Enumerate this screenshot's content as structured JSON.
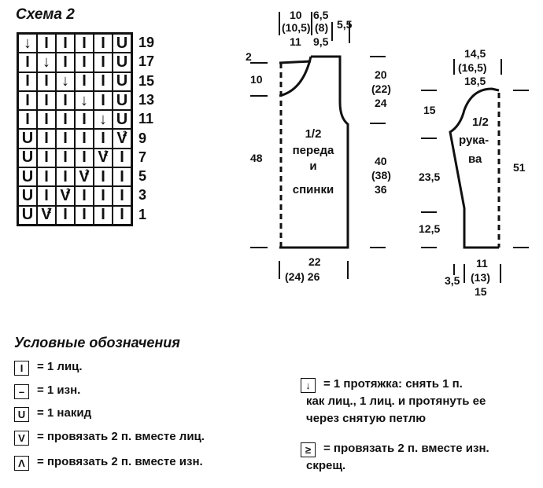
{
  "scheme": {
    "title": "Схема 2",
    "rows": [
      {
        "number": "19",
        "cells": [
          "slip",
          "knit",
          "knit",
          "knit",
          "knit",
          "yo"
        ]
      },
      {
        "number": "17",
        "cells": [
          "knit",
          "slip",
          "knit",
          "knit",
          "knit",
          "yo"
        ]
      },
      {
        "number": "15",
        "cells": [
          "knit",
          "knit",
          "slip",
          "knit",
          "knit",
          "yo"
        ]
      },
      {
        "number": "13",
        "cells": [
          "knit",
          "knit",
          "knit",
          "slip",
          "knit",
          "yo"
        ]
      },
      {
        "number": "11",
        "cells": [
          "knit",
          "knit",
          "knit",
          "knit",
          "slip",
          "yo"
        ]
      },
      {
        "number": "9",
        "cells": [
          "yo",
          "knit",
          "knit",
          "knit",
          "knit",
          "k2tog"
        ]
      },
      {
        "number": "7",
        "cells": [
          "yo",
          "knit",
          "knit",
          "knit",
          "k2tog",
          "knit"
        ]
      },
      {
        "number": "5",
        "cells": [
          "yo",
          "knit",
          "knit",
          "k2tog",
          "knit",
          "knit"
        ]
      },
      {
        "number": "3",
        "cells": [
          "yo",
          "knit",
          "k2tog",
          "knit",
          "knit",
          "knit"
        ]
      },
      {
        "number": "1",
        "cells": [
          "yo",
          "k2tog",
          "knit",
          "knit",
          "knit",
          "knit"
        ]
      }
    ]
  },
  "body": {
    "label": [
      "1/2",
      "переда",
      "и",
      "спинки"
    ],
    "top_left": "10",
    "top_left_alt": "(10,5)",
    "top_left_alt2": "11",
    "top_mid": "6,5",
    "top_mid_alt": "(8)",
    "top_mid_alt2": "9,5",
    "top_right": "5,5",
    "neck_drop": "2",
    "neck_depth": "10",
    "height": "48",
    "armhole": [
      "20",
      "(22)",
      "24"
    ],
    "side": [
      "40",
      "(38)",
      "36"
    ],
    "bottom": [
      "22",
      "(24) 26"
    ]
  },
  "sleeve": {
    "label": [
      "1/2",
      "рука-",
      "ва"
    ],
    "top": [
      "14,5",
      "(16,5)",
      "18,5"
    ],
    "cap": "15",
    "mid": "23,5",
    "cuff": "12,5",
    "length": "51",
    "bottom": [
      "11",
      "(13)",
      "15"
    ],
    "bottom_left": "3,5"
  },
  "legend": {
    "title": "Условные обозначения",
    "items": [
      {
        "symbol": "I",
        "text": "= 1 лиц."
      },
      {
        "symbol": "–",
        "text": "= 1 изн."
      },
      {
        "symbol": "U",
        "text": "= 1 накид"
      },
      {
        "symbol": "V",
        "text": "= провязать 2 п. вместе лиц."
      },
      {
        "symbol": "Λ",
        "text": "= провязать 2 п. вместе изн."
      },
      {
        "symbol": "↓",
        "text": "= 1 протяжка: снять 1 п.",
        "text2": "как лиц., 1 лиц. и протянуть ее",
        "text3": "через снятую петлю"
      },
      {
        "symbol": "≥",
        "text": "= провязать 2 п. вместе изн.",
        "text2": "скрещ."
      }
    ]
  }
}
